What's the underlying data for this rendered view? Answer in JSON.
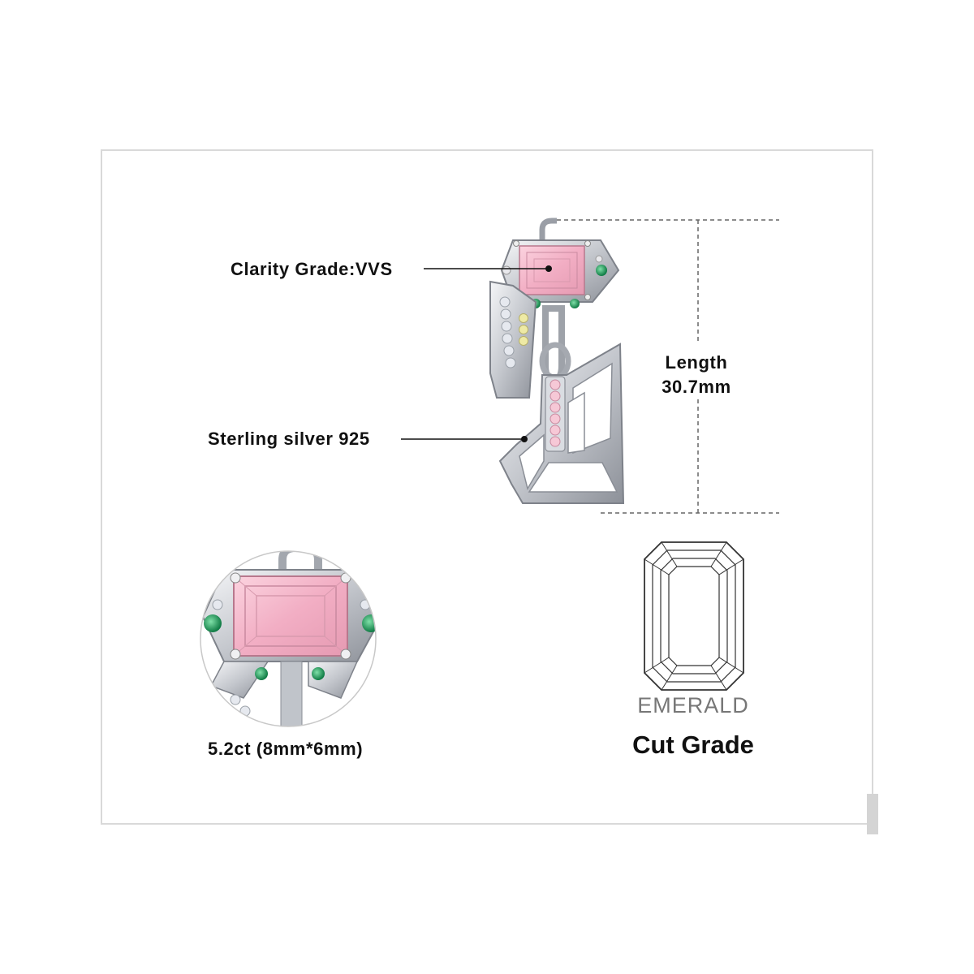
{
  "callouts": {
    "clarity": "Clarity Grade:VVS",
    "metal": "Sterling silver 925",
    "carat": "5.2ct (8mm*6mm)"
  },
  "dimension": {
    "label": "Length",
    "value": "30.7mm"
  },
  "cut": {
    "name": "EMERALD",
    "grade": "Cut Grade"
  },
  "colors": {
    "frame": "#d9d9d9",
    "silver": "#c9ccd2",
    "pink_stone": "#f4b7cb",
    "green_stone": "#1e9a5a",
    "yellow_stone": "#e8e39a",
    "cut_diagram_stroke": "#333333"
  }
}
